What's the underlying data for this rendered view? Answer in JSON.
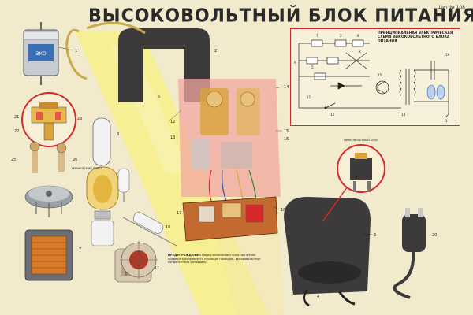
{
  "header": {
    "title": "ВЫСОКОВОЛЬТНЫЙ БЛОК ПИТАНИЯ",
    "poster_no": "Щит № 108"
  },
  "schema": {
    "title": "ПРИНЦИПИАЛЬНАЯ ЭЛЕКТРИЧЕСКАЯ СХЕМА ВЫСОКОВОЛЬТНОГО БЛОКА ПИТАНИЯ"
  },
  "labels": {
    "tube_label": "ТЕРМИЧЕСКИЙ ПАКЕТ",
    "inset_right": "НИЗКОВОЛЬТНЫЙ БЛОК"
  },
  "warning": {
    "lead": "ПРЕДУПРЕЖДЕНИЕ:",
    "text": "Перед включением пита-ния в блок проверить исправность изоляции проводов, высоковольтные конденсаторы разрядить."
  },
  "colors": {
    "red": "#d62a2a",
    "black_case": "#3c3a3a",
    "pink_case": "#f2a7a0",
    "brass": "#d9a23a",
    "yellow_band": "#f7ee8a",
    "bg": "#f2eacd"
  },
  "icons": [
    "capacitor-icon",
    "transformer-icon",
    "lamp-icon",
    "plug-icon",
    "resistor-icon"
  ]
}
